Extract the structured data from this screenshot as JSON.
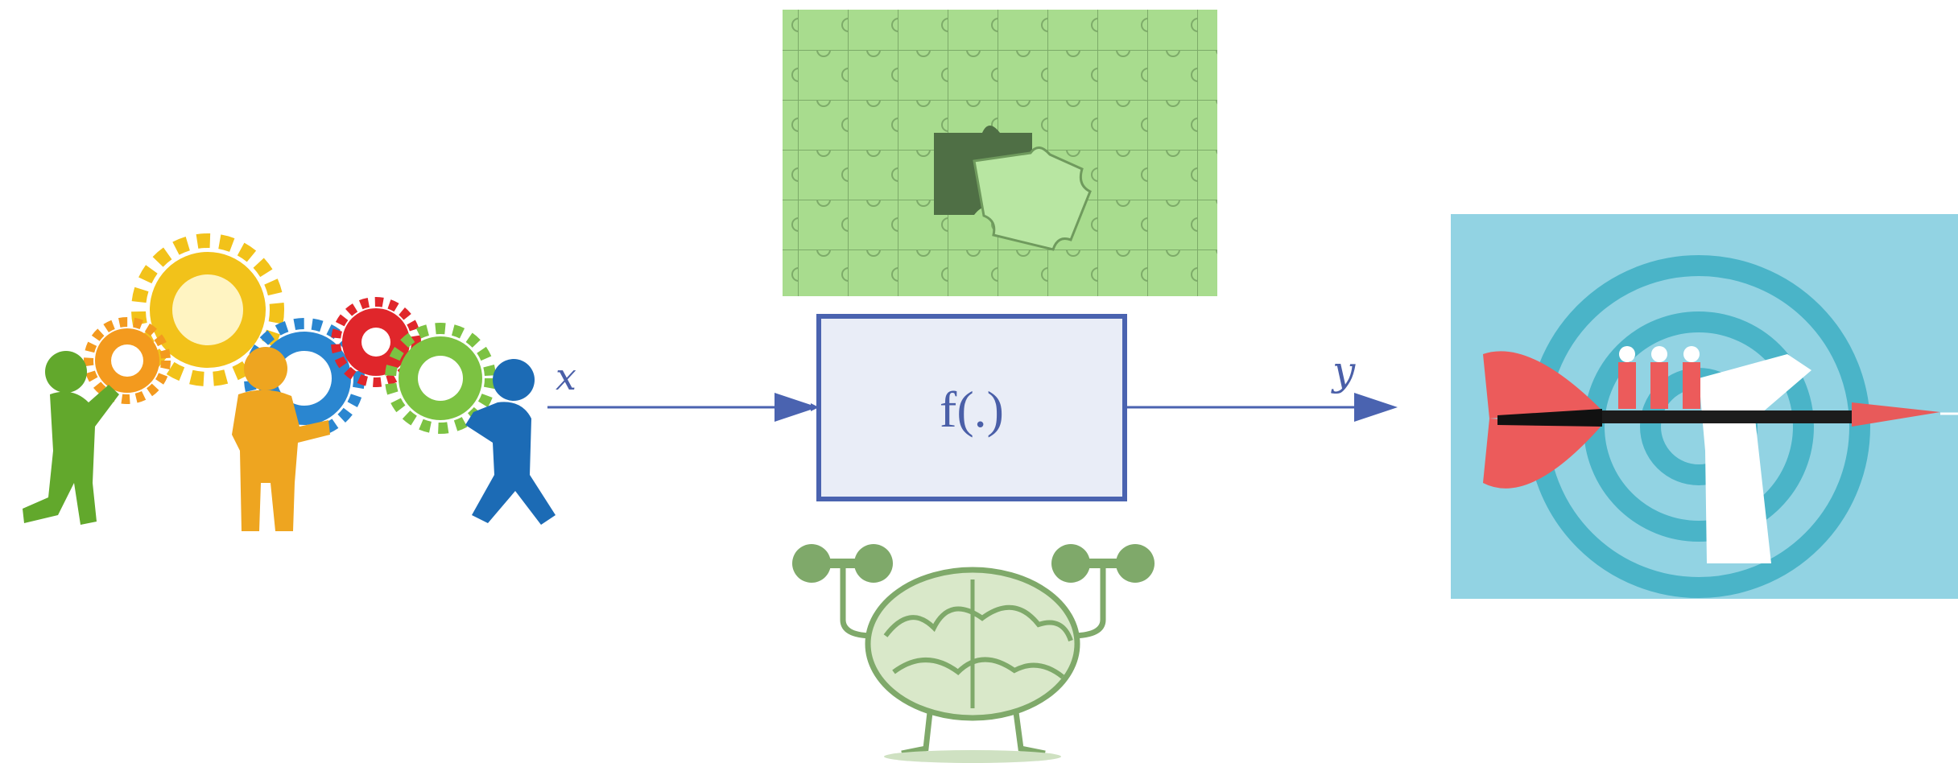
{
  "diagram": {
    "input_label": "x",
    "output_label": "y",
    "function_label": "f(.)",
    "colors": {
      "arrow": "#4a63b0",
      "box_border": "#4a63b0",
      "box_fill": "#e9edf7",
      "puzzle_bg": "#a8dc8e",
      "target_bg": "#92d3e3",
      "brain_green": "#7fa96a"
    },
    "icons": {
      "left": "people-with-gears-icon",
      "top": "puzzle-missing-piece-icon",
      "bottom": "brain-lifting-dumbbells-icon",
      "right": "dart-target-icon"
    }
  }
}
